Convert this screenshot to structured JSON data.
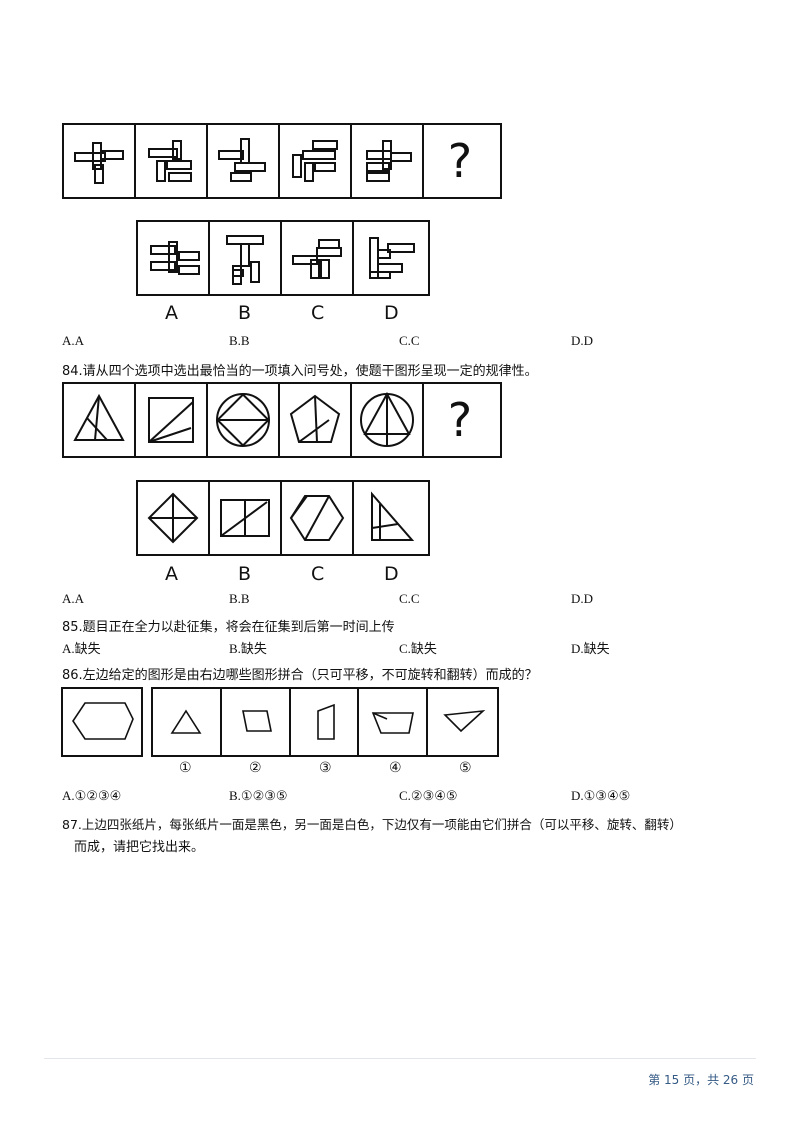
{
  "q83": {
    "options": [
      "A.A",
      "B.B",
      "C.C",
      "D.D"
    ],
    "answer_letters": [
      "A",
      "B",
      "C",
      "D"
    ],
    "question_mark": "?"
  },
  "q84": {
    "text": "84.请从四个选项中选出最恰当的一项填入问号处，使题干图形呈现一定的规律性。",
    "options": [
      "A.A",
      "B.B",
      "C.C",
      "D.D"
    ],
    "answer_letters": [
      "A",
      "B",
      "C",
      "D"
    ],
    "question_mark": "?"
  },
  "q85": {
    "text": "85.题目正在全力以赴征集，将会在征集到后第一时间上传",
    "options": [
      "A.缺失",
      "B.缺失",
      "C.缺失",
      "D.缺失"
    ]
  },
  "q86": {
    "text": "86.左边给定的图形是由右边哪些图形拼合（只可平移，不可旋转和翻转）而成的？",
    "piece_labels": [
      "①",
      "②",
      "③",
      "④",
      "⑤"
    ],
    "options": [
      "A.①②③④",
      "B.①②③⑤",
      "C.②③④⑤",
      "D.①③④⑤"
    ]
  },
  "q87": {
    "text_line1": "87.上边四张纸片，每张纸片一面是黑色，另一面是白色，下边仅有一项能由它们拼合（可以平移、旋转、翻转）",
    "text_line2": "而成，请把它找出来。"
  },
  "footer": {
    "page_info": "第 15 页，共 26 页"
  }
}
